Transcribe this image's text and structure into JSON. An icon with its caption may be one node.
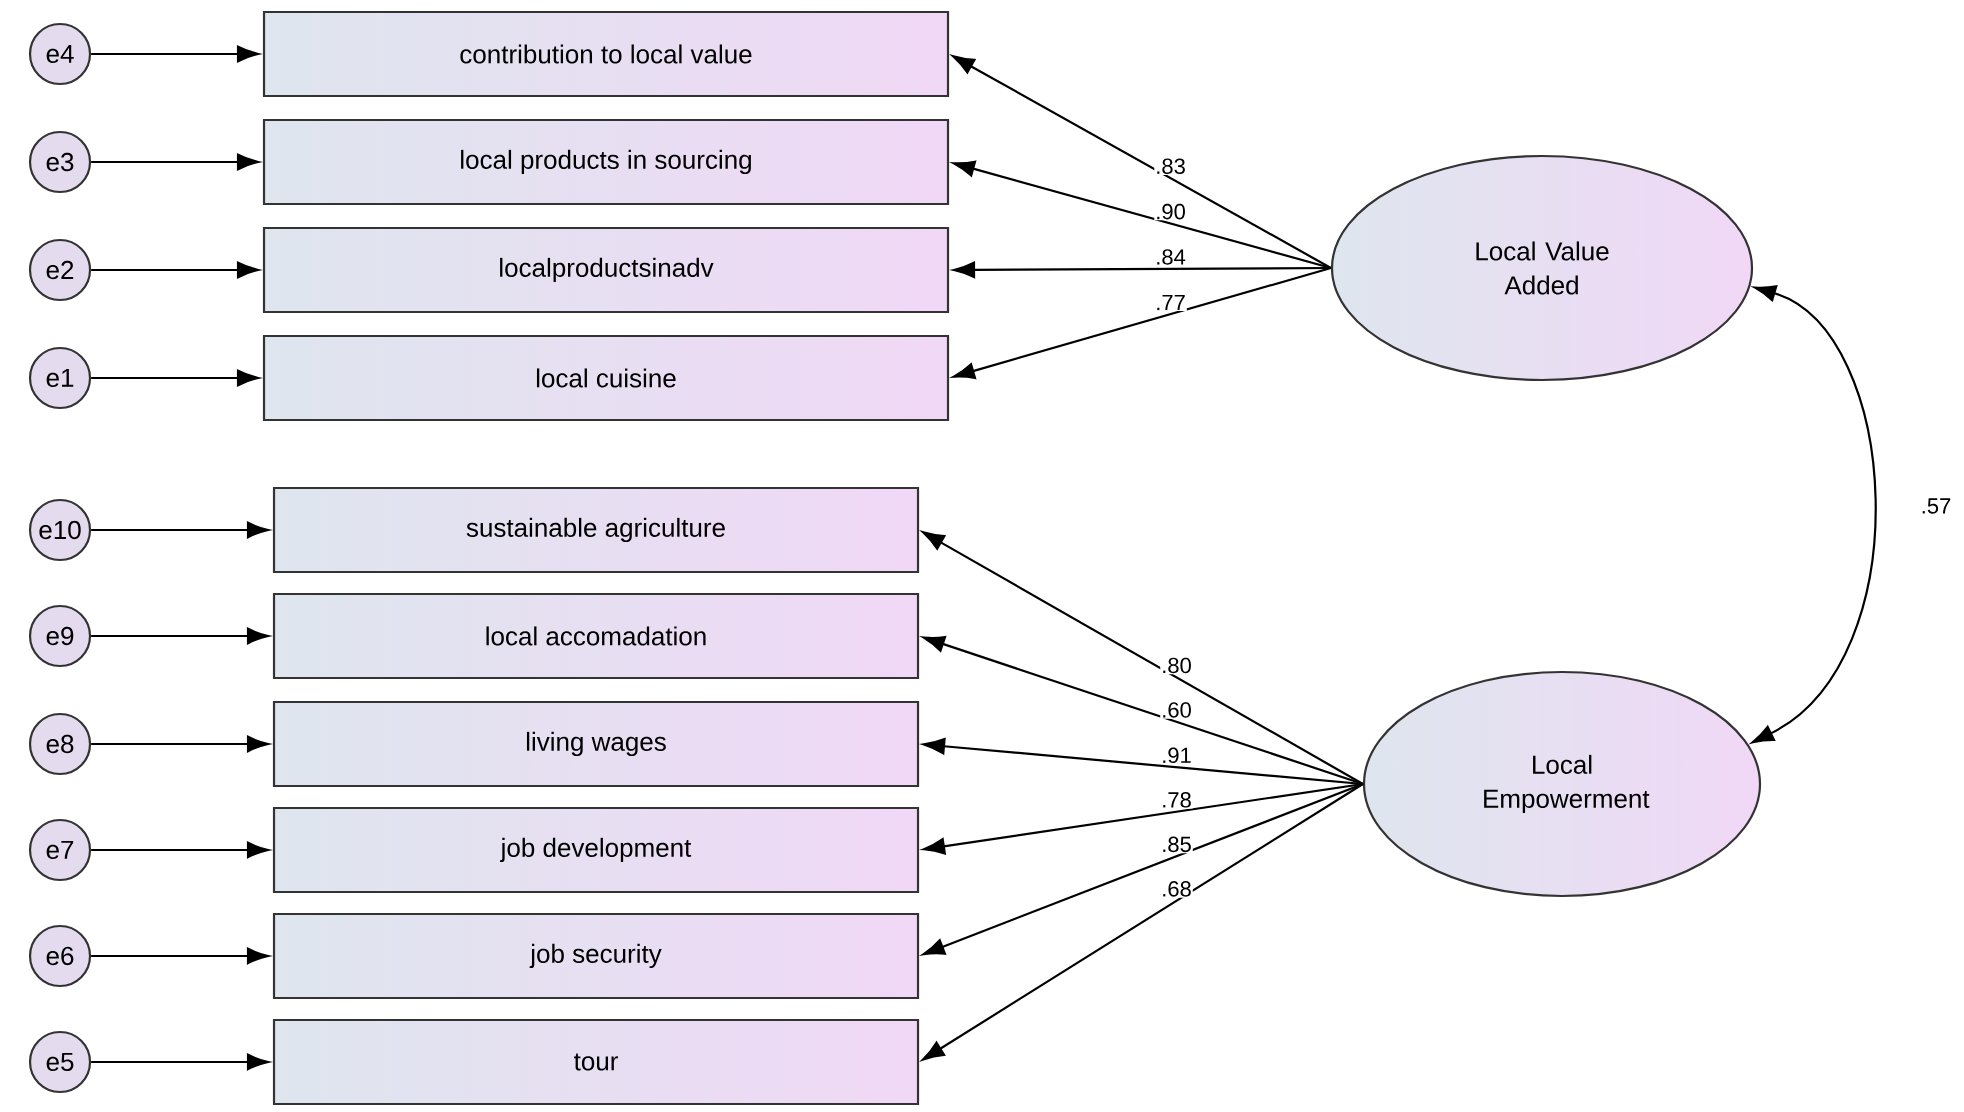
{
  "diagram": {
    "nodes": [
      {
        "text": [
          "e4"
        ]
      },
      {
        "text": [
          "contribution to local value"
        ]
      },
      {
        "text": [
          "e3"
        ]
      },
      {
        "text": [
          "local products in sourcing"
        ]
      },
      {
        "text": [
          "e2"
        ]
      },
      {
        "text": [
          "localproductsinadv"
        ]
      },
      {
        "text": [
          "e1"
        ]
      },
      {
        "text": [
          "local cuisine"
        ]
      },
      {
        "text": [
          "Local Value Added"
        ]
      },
      {
        "text": [
          "e10"
        ]
      },
      {
        "text": [
          "sustainable agriculture"
        ]
      },
      {
        "text": [
          "e9"
        ]
      },
      {
        "text": [
          "local accomadation"
        ]
      },
      {
        "text": [
          "e8"
        ]
      },
      {
        "text": [
          "living wages"
        ]
      },
      {
        "text": [
          "e7"
        ]
      },
      {
        "text": [
          "job development"
        ]
      },
      {
        "text": [
          "e6"
        ]
      },
      {
        "text": [
          "job security"
        ]
      },
      {
        "text": [
          "e5"
        ]
      },
      {
        "text": [
          "tour"
        ]
      },
      {
        "text": [
          "Local Empowerment"
        ]
      }
    ],
    "edges": [
      {
        "from": 8,
        "to": 1,
        "arrow": "to",
        "label": ".83"
      },
      {
        "from": 8,
        "to": 3,
        "arrow": "to",
        "label": ".90"
      },
      {
        "from": 8,
        "to": 5,
        "arrow": "to",
        "label": ".84"
      },
      {
        "from": 8,
        "to": 7,
        "arrow": "to",
        "label": ".77"
      },
      {
        "from": 21,
        "to": 10,
        "arrow": "to",
        "label": ".80"
      },
      {
        "from": 21,
        "to": 12,
        "arrow": "to",
        "label": ".60"
      },
      {
        "from": 21,
        "to": 14,
        "arrow": "to",
        "label": ".91"
      },
      {
        "from": 21,
        "to": 16,
        "arrow": "to",
        "label": ".78"
      },
      {
        "from": 21,
        "to": 18,
        "arrow": "to",
        "label": ".85"
      },
      {
        "from": 21,
        "to": 20,
        "arrow": "to",
        "label": ".68"
      },
      {
        "from": 8,
        "to": 21,
        "arrow": "both",
        "label": ".57"
      },
      {
        "from": 0,
        "to": 1,
        "arrow": "to"
      },
      {
        "from": 2,
        "to": 3,
        "arrow": "to"
      },
      {
        "from": 4,
        "to": 5,
        "arrow": "to"
      },
      {
        "from": 6,
        "to": 7,
        "arrow": "to"
      },
      {
        "from": 9,
        "to": 10,
        "arrow": "to"
      },
      {
        "from": 11,
        "to": 12,
        "arrow": "to"
      },
      {
        "from": 13,
        "to": 14,
        "arrow": "to"
      },
      {
        "from": 15,
        "to": 16,
        "arrow": "to"
      },
      {
        "from": 17,
        "to": 18,
        "arrow": "to"
      },
      {
        "from": 19,
        "to": 20,
        "arrow": "to"
      }
    ]
  }
}
